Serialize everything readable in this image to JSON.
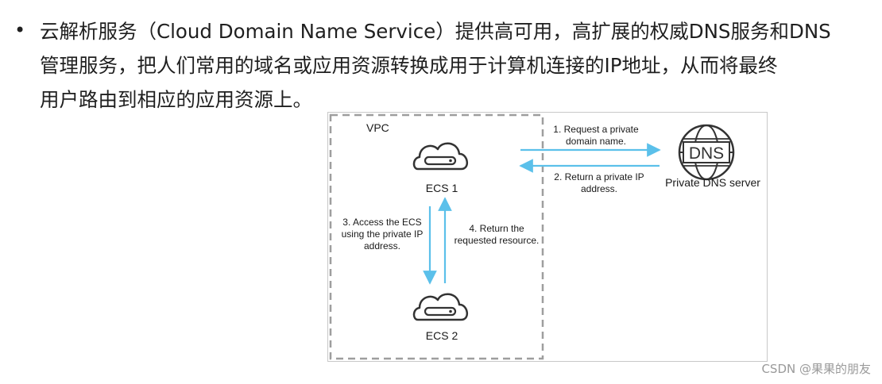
{
  "text": {
    "bullet": "•",
    "line1": "云解析服务（Cloud Domain Name Service）提供高可用，高扩展的权威DNS服务和DNS",
    "line2": "管理服务，把人们常用的域名或应用资源转换成用于计算机连接的IP地址，从而将最终",
    "line3": "用户路由到相应的应用资源上。"
  },
  "diagram": {
    "vpc_label": "VPC",
    "ecs1_label": "ECS 1",
    "ecs2_label": "ECS 2",
    "dns_icon_text": "DNS",
    "dns_server_label": "Private DNS server",
    "step1_line1": "1. Request a private",
    "step1_line2": "domain name.",
    "step2_line1": "2. Return a private IP",
    "step2_line2": "address.",
    "step3_line1": "3. Access the ECS",
    "step3_line2": "using the private IP",
    "step3_line3": "address.",
    "step4_line1": "4. Return the",
    "step4_line2": "requested resource.",
    "arrow_color": "#5bc0ea",
    "icon_color": "#333333",
    "boundary_color": "#9e9e9e"
  },
  "watermark": "CSDN @果果的朋友"
}
